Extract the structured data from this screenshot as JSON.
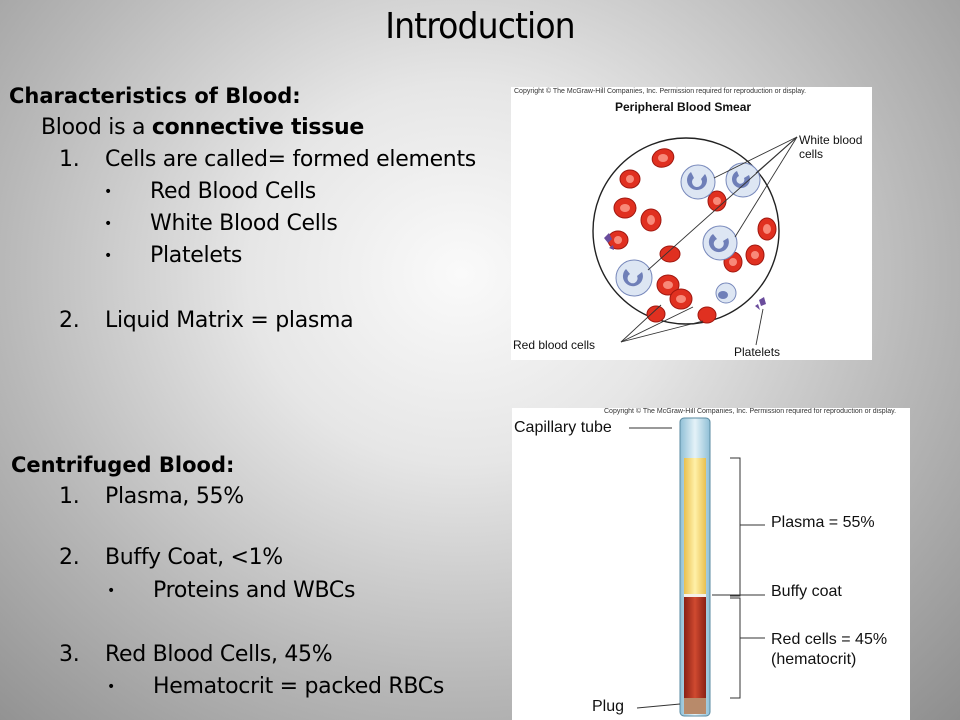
{
  "title": "Introduction",
  "characteristics": {
    "heading": "Characteristics of Blood:",
    "intro_prefix": "Blood is a ",
    "intro_bold": "connective tissue",
    "items": [
      {
        "num": "1.",
        "text": "Cells are called= formed elements"
      },
      {
        "num": "2.",
        "text": "Liquid Matrix = plasma"
      }
    ],
    "bullets": [
      "Red Blood Cells",
      "White Blood Cells",
      "Platelets"
    ]
  },
  "centrifuged": {
    "heading": "Centrifuged Blood:",
    "items": [
      {
        "num": "1.",
        "text": "Plasma, 55%"
      },
      {
        "num": "2.",
        "text": "Buffy Coat, <1%",
        "bullet": "Proteins and WBCs"
      },
      {
        "num": "3.",
        "text": "Red Blood Cells, 45%",
        "bullet": "Hematocrit = packed RBCs"
      }
    ]
  },
  "smear_figure": {
    "copyright": "Copyright © The McGraw-Hill Companies, Inc. Permission required for reproduction or display.",
    "title": "Peripheral Blood Smear",
    "label_wbc_1": "White blood",
    "label_wbc_2": "cells",
    "label_rbc": "Red blood cells",
    "label_platelets": "Platelets"
  },
  "tube_figure": {
    "copyright": "Copyright © The McGraw-Hill Companies, Inc. Permission required for reproduction or display.",
    "label_tube": "Capillary tube",
    "label_plasma": "Plasma = 55%",
    "label_buffy": "Buffy coat",
    "label_red_1": "Red cells = 45%",
    "label_red_2": "(hematocrit)",
    "label_plug": "Plug"
  },
  "colors": {
    "rbc": "#e03020",
    "plasma": "#f7e08a",
    "red_layer": "#b03020"
  }
}
